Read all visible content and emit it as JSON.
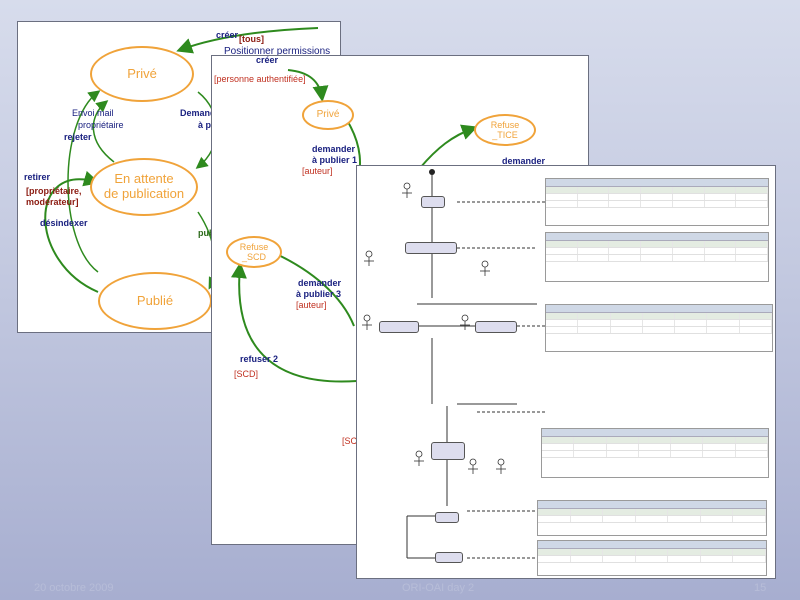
{
  "panel1": {
    "states": {
      "prive": "Privé",
      "attente_line1": "En attente",
      "attente_line2": "de publication",
      "publie": "Publié"
    },
    "labels": {
      "creer": "créer",
      "tous": "[tous]",
      "positionner": "Positionner permissions",
      "envoi1": "Envoi mail",
      "envoi2": "propriétaire",
      "rejeter": "rejeter",
      "demander": "Demande",
      "a_p": "à p",
      "retirer": "retirer",
      "proprio1": "[propriétaire,",
      "proprio2": "modérateur]",
      "desindexer": "désindexer",
      "pub": "pub"
    }
  },
  "panel2": {
    "states": {
      "prive": "Privé",
      "refuse_tice1": "Refuse",
      "refuse_tice2": "_TICE",
      "refuse_scd1": "Refuse",
      "refuse_scd2": "_SCD"
    },
    "labels": {
      "creer": "créer",
      "personne": "[personne authentifiée]",
      "demander1a": "demander",
      "demander1b": "à publier 1",
      "auteur1": "[auteur]",
      "demander_top": "demander",
      "demander3a": "demander",
      "demander3b": "à publier 3",
      "auteur3": "[auteur]",
      "refuser2": "refuser 2",
      "scd": "[SCD]",
      "sc_cut": "[SC"
    }
  },
  "footer": {
    "date": "20 octobre 2009",
    "center": "ORI-OAI day 2",
    "page": "15"
  }
}
